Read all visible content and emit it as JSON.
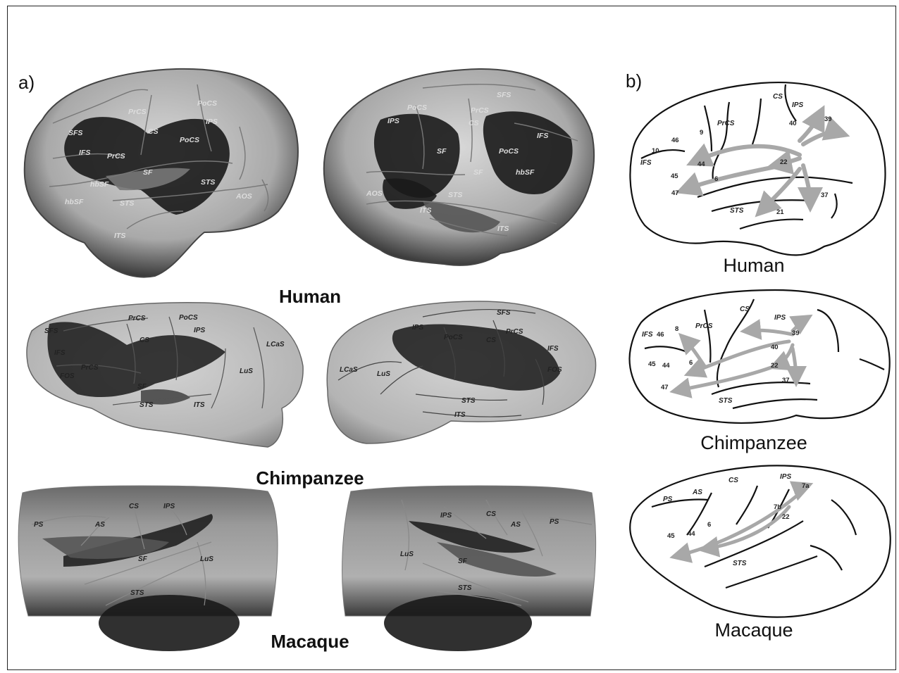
{
  "panels": {
    "a_label": "a)",
    "b_label": "b)"
  },
  "captions_a": {
    "human": "Human",
    "chimpanzee": "Chimpanzee",
    "macaque": "Macaque"
  },
  "captions_b": {
    "human": "Human",
    "chimpanzee": "Chimpanzee",
    "macaque": "Macaque"
  },
  "sulci": {
    "human_left": [
      "SFS",
      "PrCS",
      "PoCS",
      "IPS",
      "CS",
      "IFS",
      "PrCS",
      "PoCS",
      "SF",
      "hbSF",
      "hbSF",
      "STS",
      "STS",
      "AOS",
      "ITS"
    ],
    "human_right": [
      "SFS",
      "PoCS",
      "PrCS",
      "IPS",
      "CS",
      "IFS",
      "SF",
      "PoCS",
      "hbSF",
      "SF",
      "STS",
      "AOS",
      "ITS",
      "ITS"
    ],
    "chimp_left": [
      "PrCS",
      "PoCS",
      "SFS",
      "IPS",
      "CS",
      "IFS",
      "PrCS",
      "FOS",
      "SF",
      "STS",
      "ITS",
      "LuS",
      "LCaS"
    ],
    "chimp_right": [
      "SFS",
      "IPS",
      "PoCS",
      "PrCS",
      "CS",
      "IFS",
      "FOS",
      "LCaS",
      "LuS",
      "STS",
      "ITS"
    ],
    "macaque_left": [
      "PS",
      "AS",
      "CS",
      "IPS",
      "SF",
      "LuS",
      "STS"
    ],
    "macaque_right": [
      "IPS",
      "CS",
      "AS",
      "PS",
      "LuS",
      "SF",
      "STS"
    ]
  },
  "schematic": {
    "human": {
      "sulci": [
        "CS",
        "IPS",
        "PrCS",
        "IFS",
        "STS"
      ],
      "areas": [
        "46",
        "9",
        "10",
        "44",
        "45",
        "47",
        "6",
        "40",
        "39",
        "22",
        "37",
        "21"
      ]
    },
    "chimpanzee": {
      "sulci": [
        "CS",
        "IPS",
        "IFS",
        "PrCS",
        "STS"
      ],
      "areas": [
        "46",
        "8",
        "45",
        "44",
        "6",
        "47",
        "40",
        "39",
        "22",
        "37"
      ]
    },
    "macaque": {
      "sulci": [
        "PS",
        "AS",
        "CS",
        "IPS",
        "STS"
      ],
      "areas": [
        "45",
        "44",
        "6",
        "7a",
        "7b",
        "22"
      ]
    }
  },
  "colors": {
    "activation": "#1a1a1a",
    "brain_light": "#c8c8c8",
    "arrow": "#a8a8a8",
    "outline": "#111111"
  }
}
